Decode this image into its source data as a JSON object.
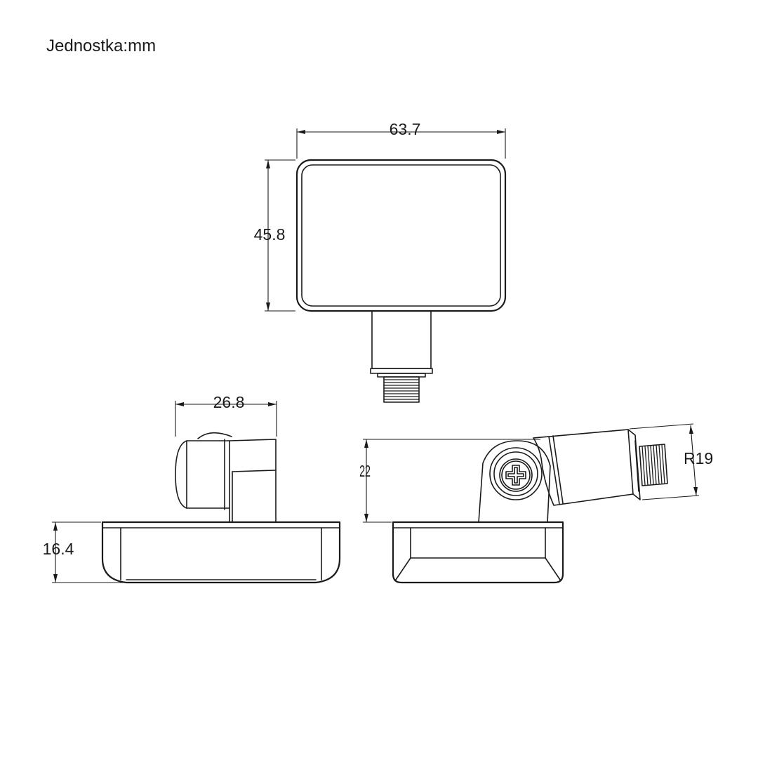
{
  "unit_label": "Jednostka:mm",
  "dimensions": {
    "front_width": "63.7",
    "front_height": "45.8",
    "side_depth": "26.8",
    "side_height": "16.4",
    "bracket_height": "22",
    "radius": "R19"
  }
}
